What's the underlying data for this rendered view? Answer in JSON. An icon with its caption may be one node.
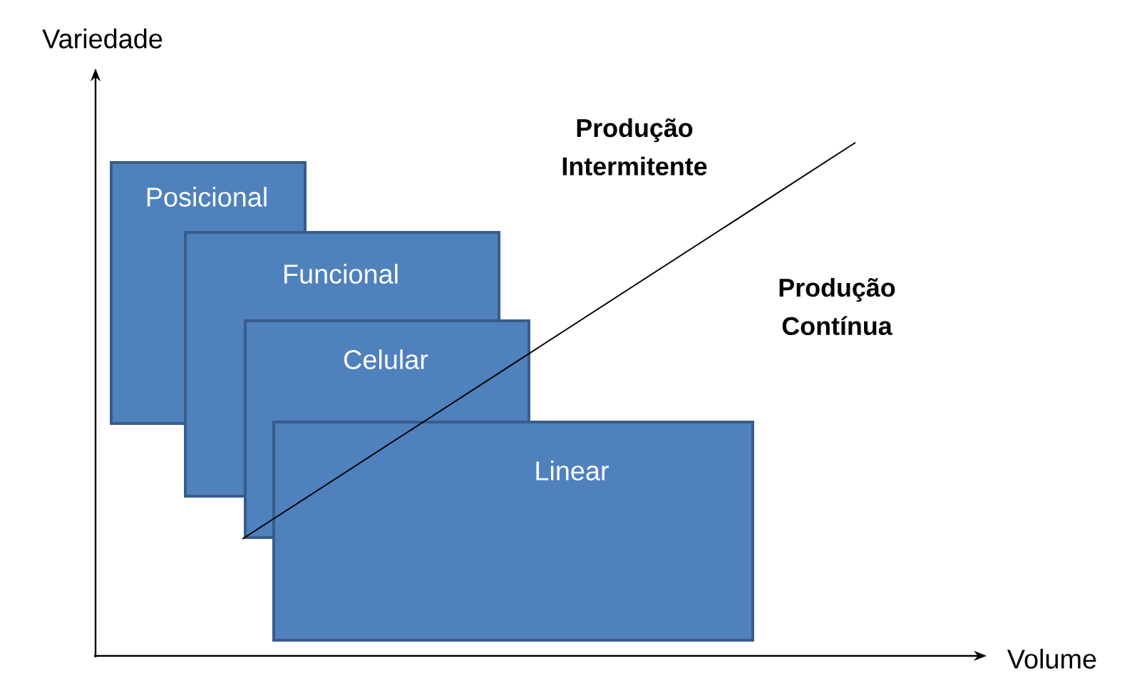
{
  "diagram": {
    "nodes": [
      {
        "text": [
          "Posicional"
        ]
      },
      {
        "text": [
          "Funcional"
        ]
      },
      {
        "text": [
          "Celular"
        ]
      },
      {
        "text": [
          "Linear"
        ]
      }
    ],
    "labels": [
      "Variedade",
      "Volume",
      "Produção Intermitente",
      "Produção Contínua"
    ]
  }
}
